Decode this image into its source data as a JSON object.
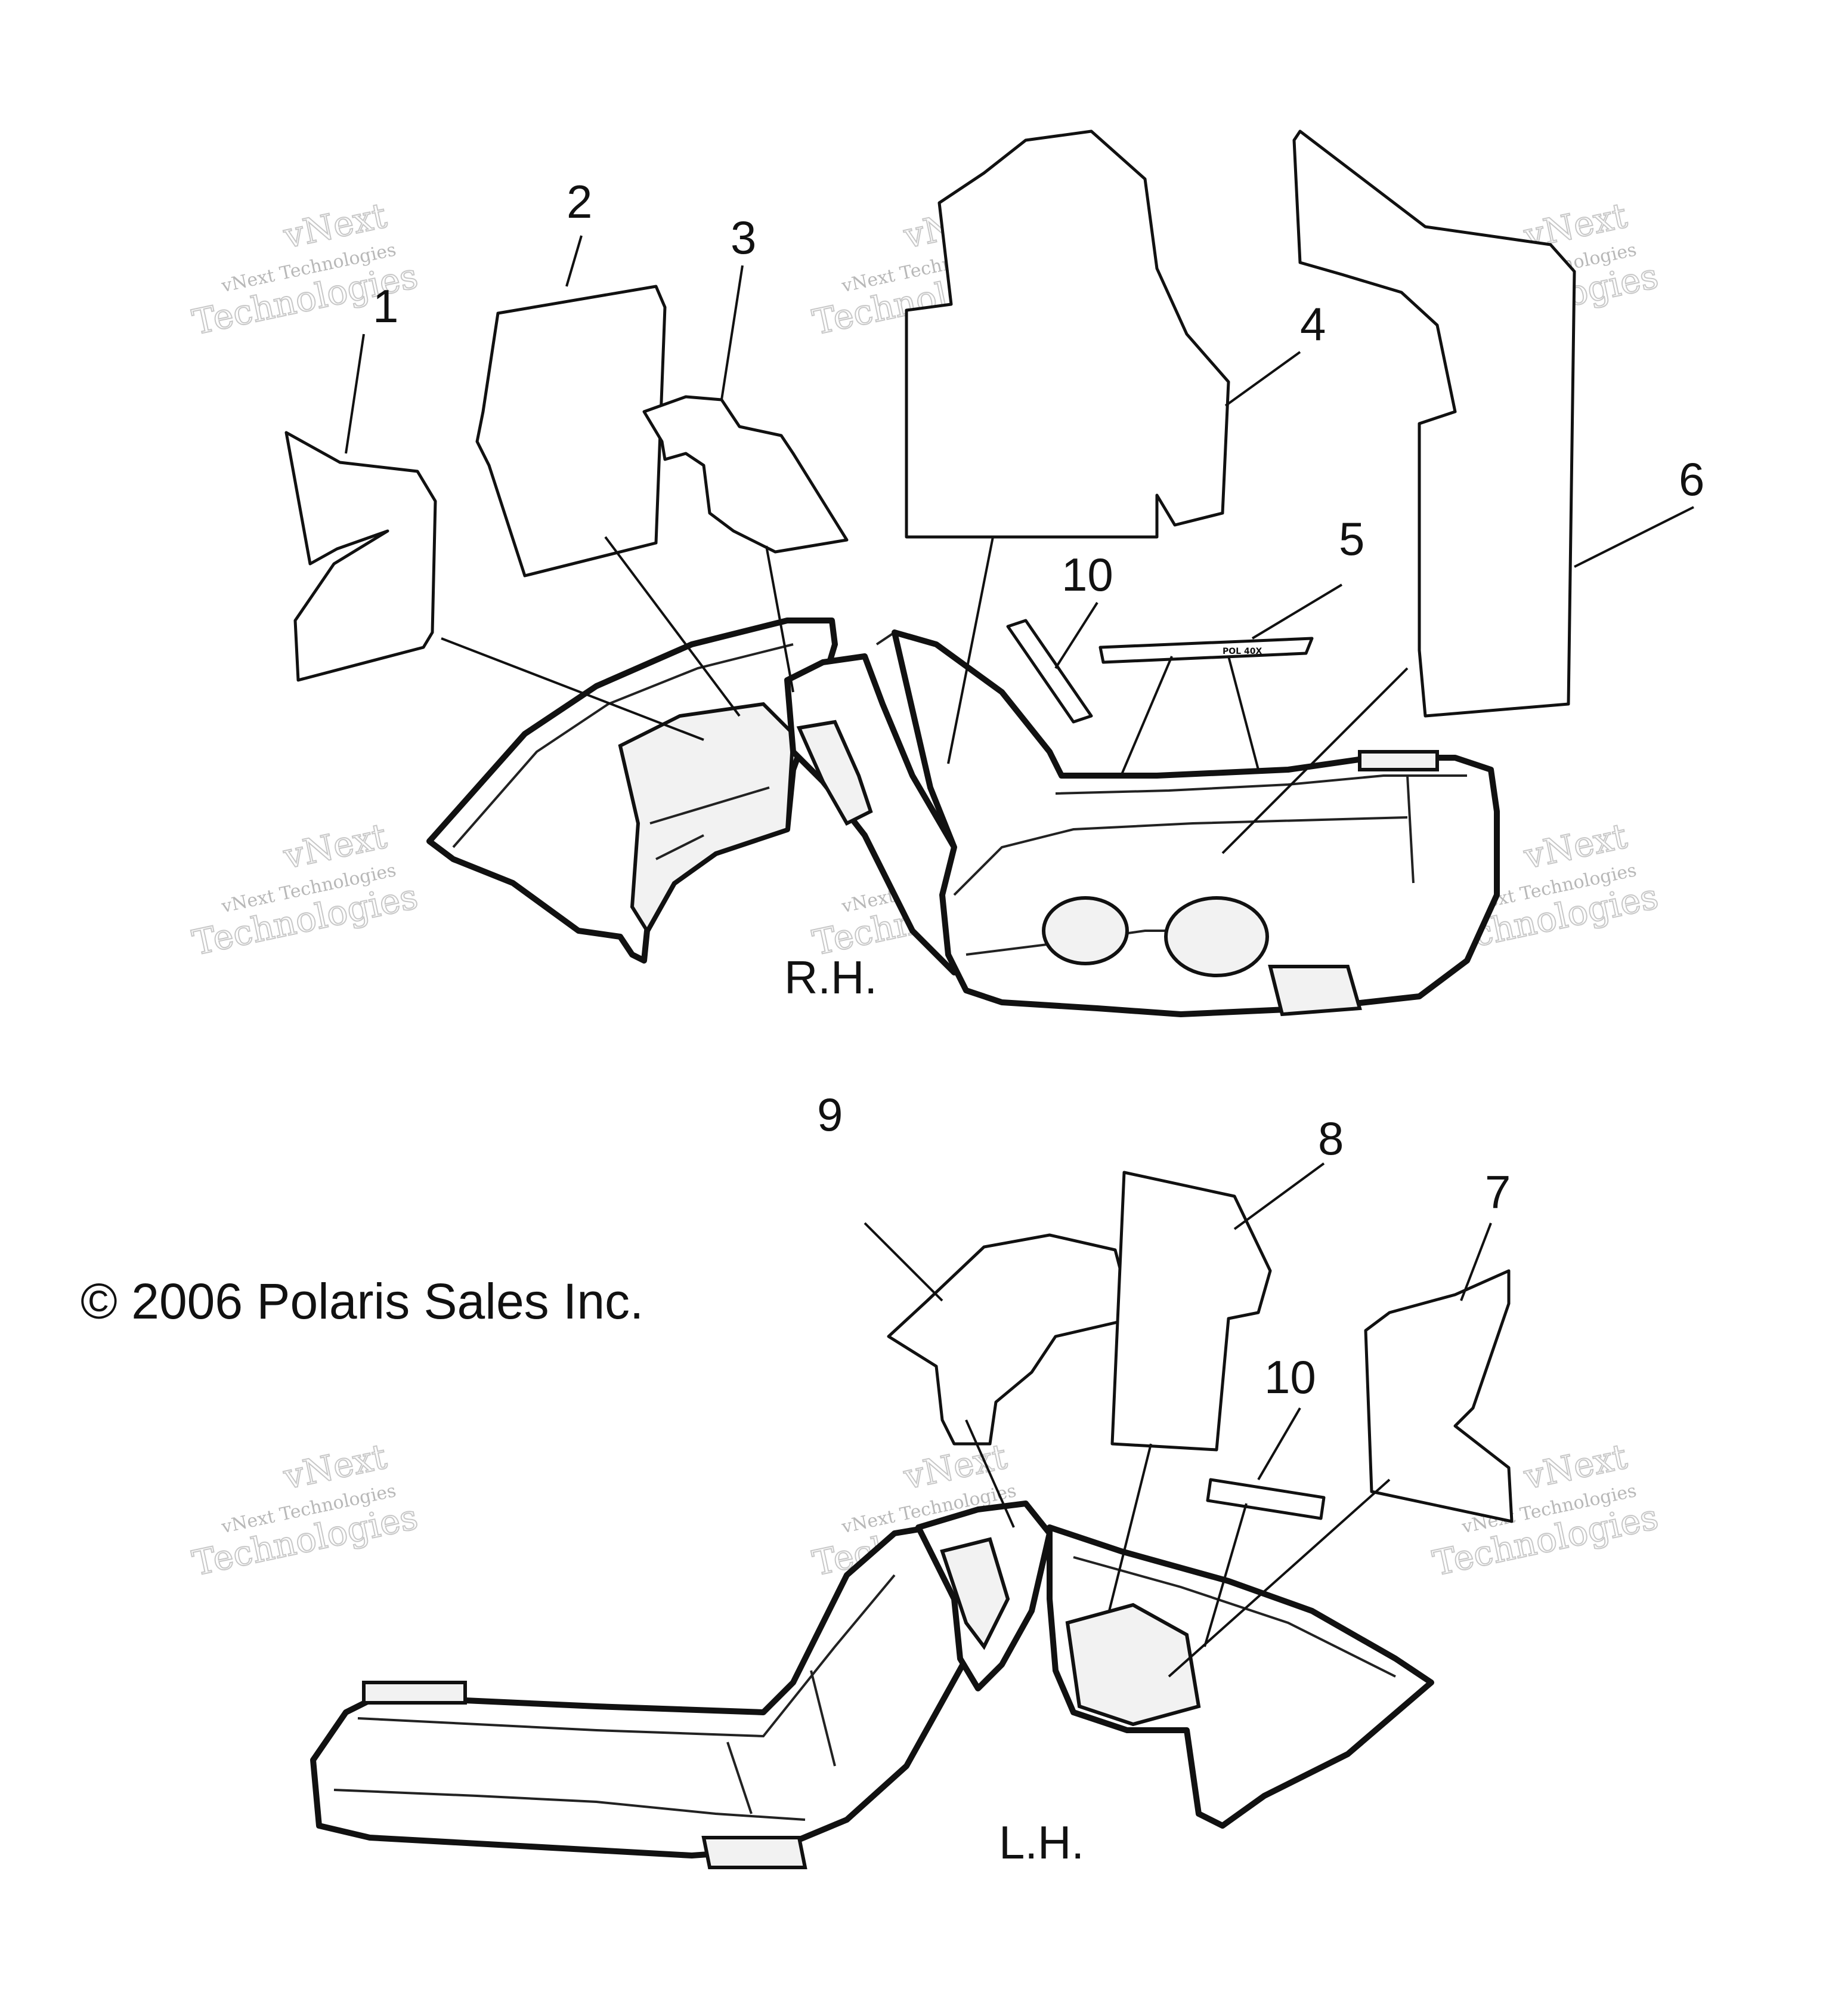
{
  "callouts": {
    "c1": "1",
    "c2": "2",
    "c3": "3",
    "c4": "4",
    "c5": "5",
    "c6": "6",
    "c7": "7",
    "c8": "8",
    "c9": "9",
    "c10_rh": "10",
    "c10_lh": "10"
  },
  "labels": {
    "right_hand": "R.H.",
    "left_hand": "L.H."
  },
  "copyright": "© 2006 Polaris Sales Inc.",
  "decal_5_text": "POL 40X",
  "watermark": {
    "line1": "vNext",
    "line2": "vNext Technologies",
    "line3": "Technologies"
  }
}
